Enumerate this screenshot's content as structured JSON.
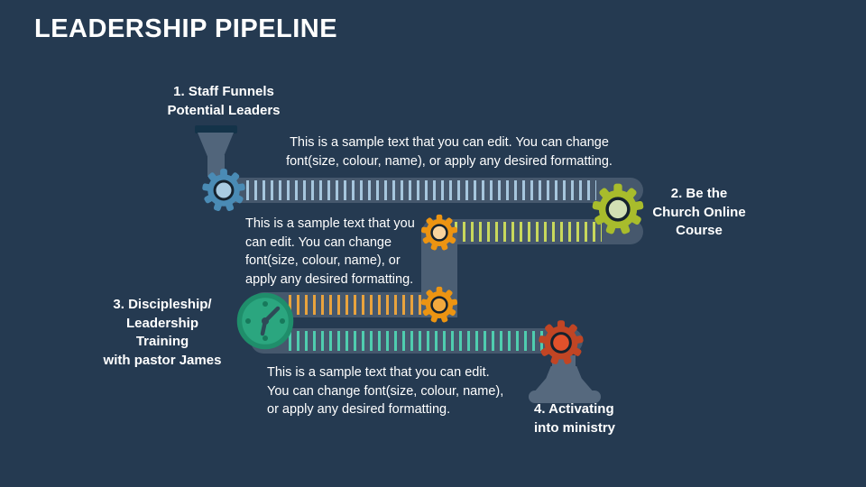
{
  "slide": {
    "title": "LEADERSHIP PIPELINE"
  },
  "stages": [
    {
      "label": "1. Staff Funnels\nPotential Leaders"
    },
    {
      "label": "2. Be the\nChurch Online\nCourse"
    },
    {
      "label": "3. Discipleship/\nLeadership Training\nwith pastor James"
    },
    {
      "label": "4. Activating\ninto ministry"
    }
  ],
  "sample_texts": [
    "This is a sample text that you can edit. You can change\nfont(size, colour, name), or apply any desired formatting.",
    "This is a sample text that you\ncan edit. You can change\nfont(size, colour, name), or\napply any desired formatting.",
    "This is a sample text that you can edit.\nYou can change font(size, colour, name),\nor apply any desired formatting."
  ],
  "colors": {
    "background": "#253A51",
    "text": "#FFFFFF",
    "belt_track": "#46586D",
    "pipe": "#4C5F74",
    "funnel": "#51657B",
    "funnel_rim": "#143349",
    "pedestal": "#56697E",
    "stripe_blue": "#A6C6DD",
    "stripe_green": "#C8D85C",
    "stripe_orange": "#E9A33D",
    "stripe_teal": "#4FCDAF",
    "gear_blue_body": "#4A8BB5",
    "gear_blue_center": "#A9CBE2",
    "gear_green_body": "#A8BC2C",
    "gear_green_center": "#D2E0B4",
    "gear_orange_body": "#EC9412",
    "gear_orange_center_top": "#F9D49E",
    "gear_orange_center_bottom": "#F2A93E",
    "gear_red_body": "#C14524",
    "gear_red_center": "#E2512B",
    "clock_face": "#2BA67F",
    "clock_ring": "#1F8E6B",
    "clock_detail": "#17795B",
    "clock_hands": "#2E4A57"
  }
}
